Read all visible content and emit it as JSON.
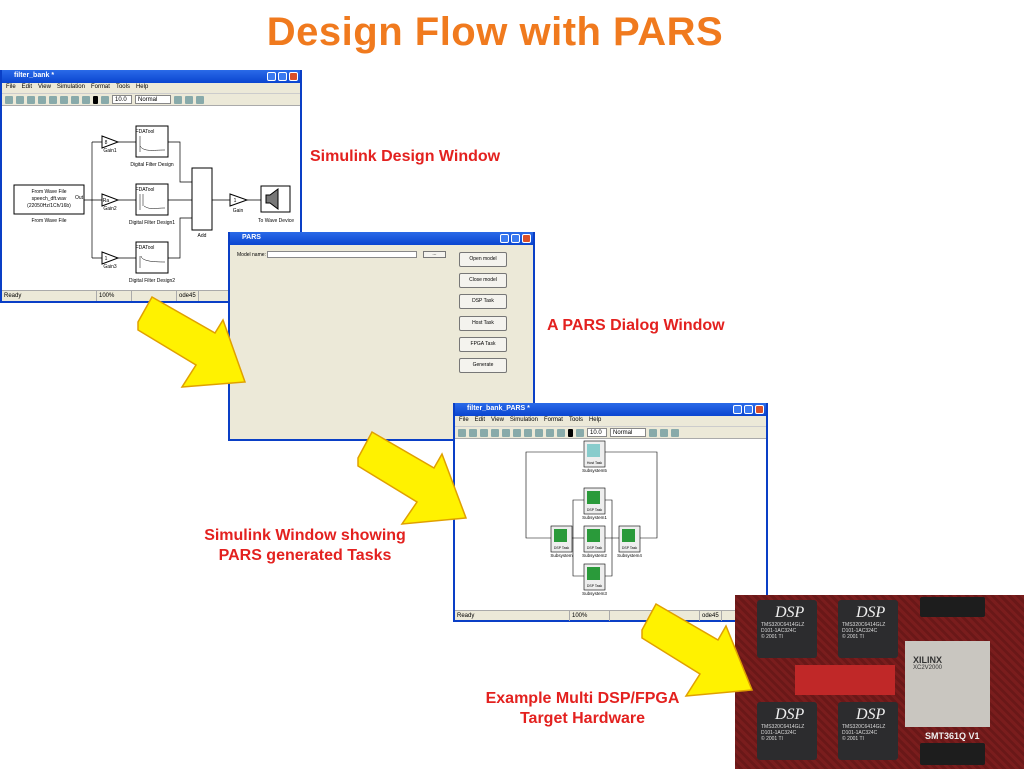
{
  "title": "Design Flow with PARS",
  "labels": {
    "simulink_design": "Simulink Design Window",
    "pars_dialog": "A PARS Dialog Window",
    "tasks_line1": "Simulink Window showing",
    "tasks_line2": "PARS generated Tasks",
    "hw_line1": "Example Multi DSP/FPGA",
    "hw_line2": "Target Hardware"
  },
  "colors": {
    "title": "#f07a1e",
    "label": "#e3211f",
    "arrow": "#ffee00",
    "titlebar": "#0a45d0"
  },
  "win1": {
    "title": "filter_bank *",
    "menu": [
      "File",
      "Edit",
      "View",
      "Simulation",
      "Format",
      "Tools",
      "Help"
    ],
    "stop_time": "10.0",
    "mode": "Normal",
    "blocks": {
      "src_l1": "From Wave File",
      "src_l2": "speech_dft.wav",
      "src_l3": "(22050Hz/1Ch/16b)",
      "src_port": "Out",
      "src_name": "From Wave File",
      "gain1": "Gain1",
      "gain2": "Gain2",
      "gain3": "Gain3",
      "g1v": "8",
      "g2v": "Ra",
      "g3v": "1",
      "fda": "FDATool",
      "f1": "Digital Filter Design",
      "f2": "Digital Filter Design1",
      "f3": "Digital Filter Design2",
      "add": "Add",
      "gain": "Gain",
      "gv": "1",
      "sink": "To Wave Device"
    },
    "status": {
      "ready": "Ready",
      "zoom": "100%",
      "solver": "ode45"
    }
  },
  "pars": {
    "title": "PARS",
    "model_label": "Model name:",
    "model_value": "",
    "browse": "...",
    "buttons": [
      "Open model",
      "Close model",
      "DSP Task",
      "Host Task",
      "FPGA Task",
      "Generate"
    ]
  },
  "win3": {
    "title": "filter_bank_PARS *",
    "menu": [
      "File",
      "Edit",
      "View",
      "Simulation",
      "Format",
      "Tools",
      "Help"
    ],
    "stop_time": "10.0",
    "mode": "Normal",
    "blocks": {
      "s5": "Subsystem5",
      "s1": "Subsystem1",
      "s": "Subsystem",
      "s2": "Subsystem2",
      "s4": "Subsystem4",
      "s3": "Subsystem3",
      "host": "Host Task",
      "dsp": "DSP Task"
    },
    "status": {
      "ready": "Ready",
      "zoom": "100%",
      "solver": "ode45"
    }
  },
  "hardware": {
    "dsp": "DSP",
    "dsp_part": "TMS320C6414GLZ",
    "dsp_lot": "D101-1AC324C",
    "dsp_copy": "© 2001 TI",
    "fpga": "XILINX",
    "fpga_part": "XC2V2000",
    "board": "SMT361Q V1"
  }
}
